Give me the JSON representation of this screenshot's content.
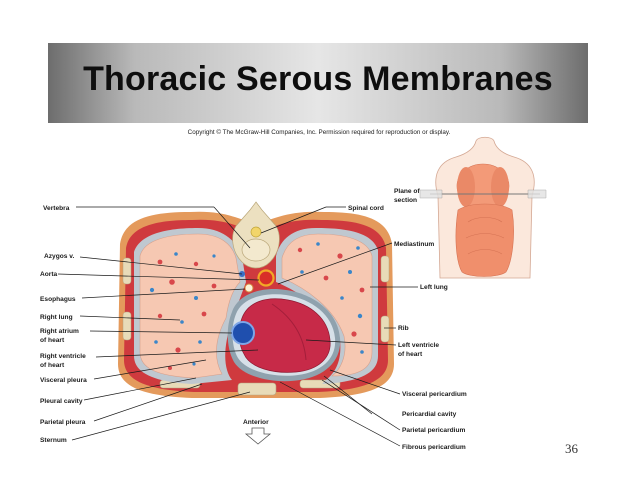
{
  "slide": {
    "title": "Thoracic Serous Membranes",
    "copyright": "Copyright © The McGraw-Hill Companies, Inc. Permission required for reproduction or display.",
    "page_number": "36"
  },
  "labels": {
    "vertebra": "Vertebra",
    "azygos": "Azygos v.",
    "aorta": "Aorta",
    "esophagus": "Esophagus",
    "right_lung": "Right lung",
    "right_atrium_1": "Right atrium",
    "right_atrium_2": "of heart",
    "right_ventricle_1": "Right ventricle",
    "right_ventricle_2": "of heart",
    "visceral_pleura": "Visceral pleura",
    "pleural_cavity": "Pleural cavity",
    "parietal_pleura": "Parietal pleura",
    "sternum": "Sternum",
    "anterior": "Anterior",
    "spinal_cord": "Spinal cord",
    "plane_1": "Plane of",
    "plane_2": "section",
    "mediastinum": "Mediastinum",
    "left_lung": "Left lung",
    "rib": "Rib",
    "left_ventricle_1": "Left ventricle",
    "left_ventricle_2": "of heart",
    "visceral_pericardium": "Visceral pericardium",
    "pericardial_cavity": "Pericardial cavity",
    "parietal_pericardium": "Parietal pericardium",
    "fibrous_pericardium": "Fibrous pericardium"
  }
}
